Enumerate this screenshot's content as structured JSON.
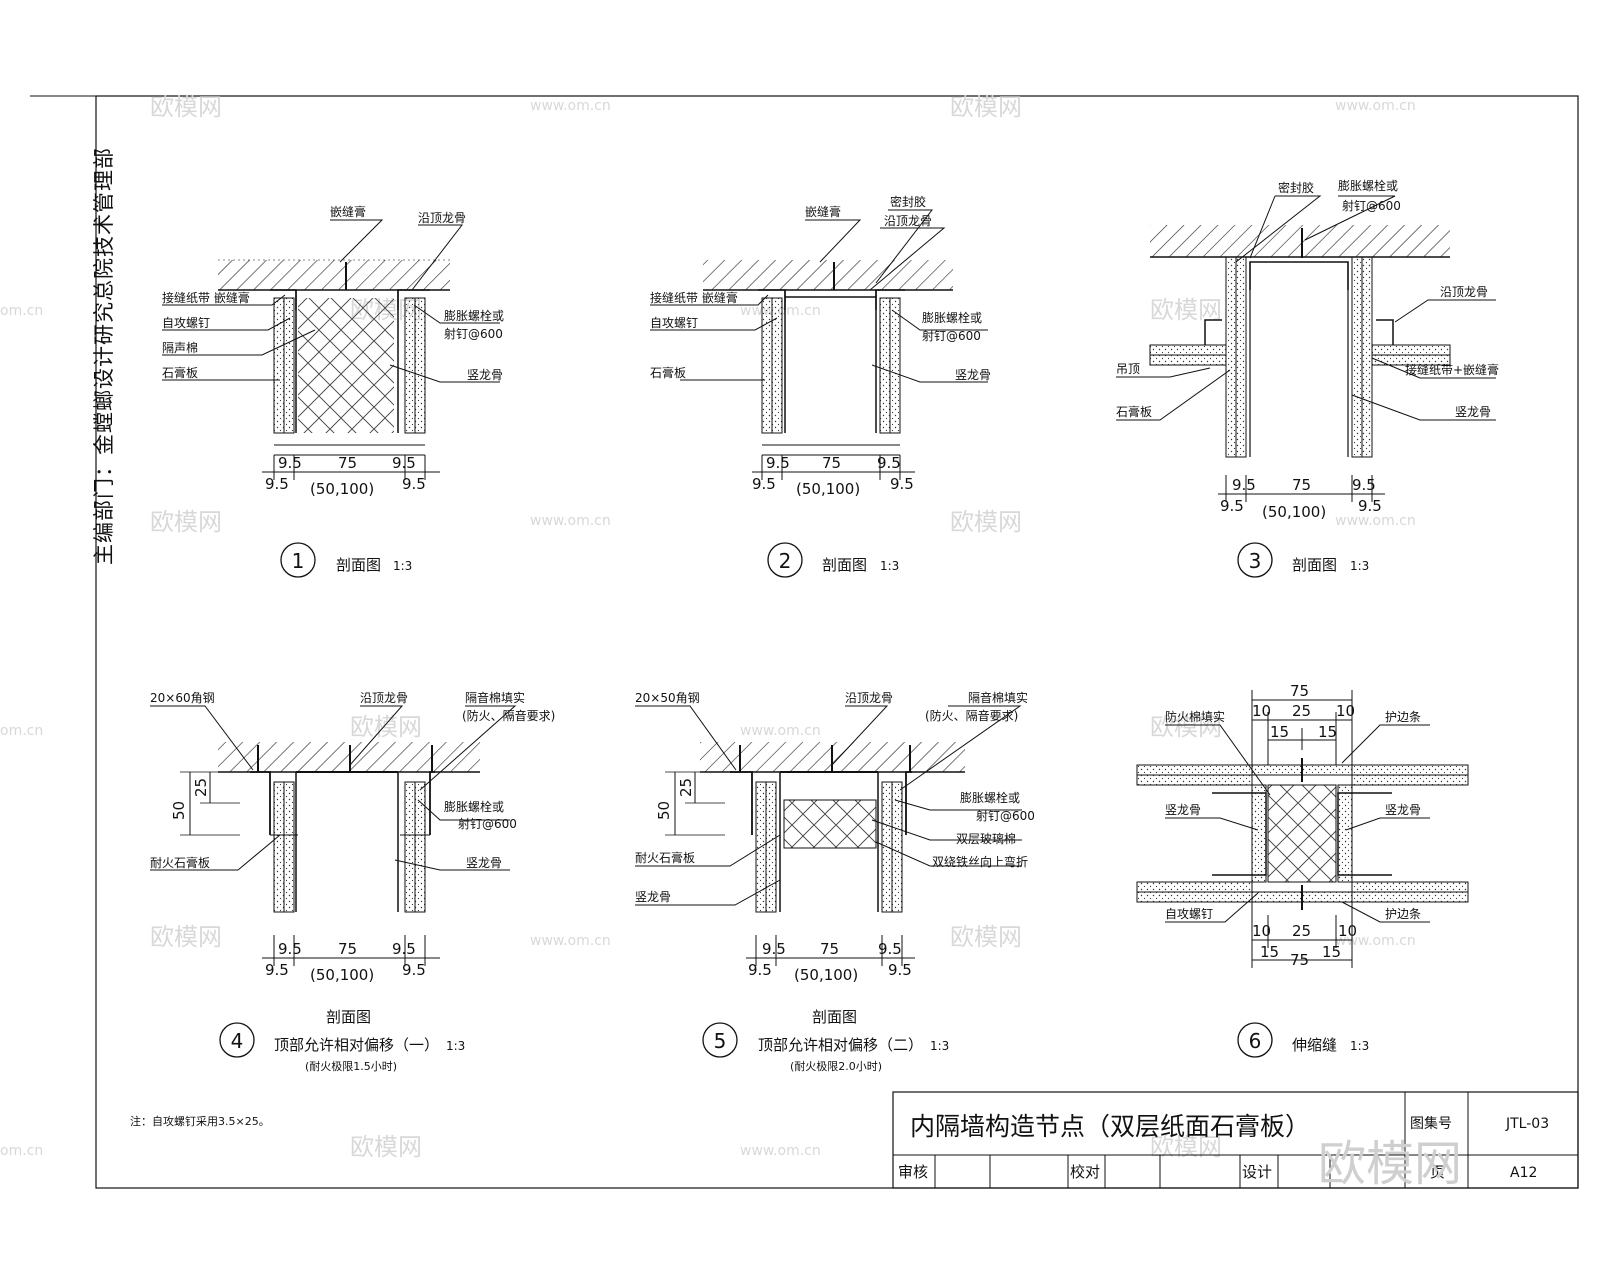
{
  "side_note": "主编部门：金螳螂设计研究总院技术管理部",
  "watermarks": {
    "logo": "欧模网",
    "url": "www.om.cn",
    "url_short": "om.cn",
    "big_logo": "欧模网"
  },
  "details": [
    {
      "number": "1",
      "title": "剖面图",
      "scale": "1:3",
      "labels": [
        "嵌缝膏",
        "沿顶龙骨",
        "接缝纸带 嵌缝膏",
        "自攻螺钉",
        "隔声棉",
        "石膏板",
        "膨胀螺栓或",
        "射钉@600",
        "竖龙骨"
      ],
      "dims": {
        "top": [
          "9.5",
          "75",
          "9.5"
        ],
        "bottom": [
          "9.5",
          "9.5"
        ],
        "mid": "(50,100)"
      }
    },
    {
      "number": "2",
      "title": "剖面图",
      "scale": "1:3",
      "labels": [
        "嵌缝膏",
        "密封胶",
        "沿顶龙骨",
        "接缝纸带 嵌缝膏",
        "自攻螺钉",
        "膨胀螺栓或",
        "射钉@600",
        "石膏板",
        "竖龙骨"
      ],
      "dims": {
        "top": [
          "9.5",
          "75",
          "9.5"
        ],
        "bottom": [
          "9.5",
          "9.5"
        ],
        "mid": "(50,100)"
      }
    },
    {
      "number": "3",
      "title": "剖面图",
      "scale": "1:3",
      "labels": [
        "密封胶",
        "膨胀螺栓或",
        "射钉@600",
        "沿顶龙骨",
        "吊顶",
        "石膏板",
        "接缝纸带+嵌缝膏",
        "竖龙骨"
      ],
      "dims": {
        "top": [
          "9.5",
          "75",
          "9.5"
        ],
        "bottom": [
          "9.5",
          "9.5"
        ],
        "mid": "(50,100)"
      }
    },
    {
      "number": "4",
      "title": "剖面图",
      "subtitle": "顶部允许相对偏移（一）",
      "scale": "1:3",
      "note": "(耐火极限1.5小时)",
      "labels": [
        "20×60角钢",
        "沿顶龙骨",
        "隔音棉填实",
        "(防火、隔音要求)",
        "膨胀螺栓或",
        "射钉@600",
        "耐火石膏板",
        "竖龙骨"
      ],
      "dims": {
        "top": [
          "9.5",
          "75",
          "9.5"
        ],
        "bottom": [
          "9.5",
          "9.5"
        ],
        "mid": "(50,100)",
        "vert": [
          "50",
          "25"
        ]
      }
    },
    {
      "number": "5",
      "title": "剖面图",
      "subtitle": "顶部允许相对偏移（二）",
      "scale": "1:3",
      "note": "(耐火极限2.0小时)",
      "labels": [
        "20×50角钢",
        "沿顶龙骨",
        "隔音棉填实",
        "(防火、隔音要求)",
        "膨胀螺栓或",
        "射钉@600",
        "双层玻璃棉",
        "双绕铁丝向上弯折",
        "耐火石膏板",
        "竖龙骨"
      ],
      "dims": {
        "top": [
          "9.5",
          "75",
          "9.5"
        ],
        "bottom": [
          "9.5",
          "9.5"
        ],
        "mid": "(50,100)",
        "vert": [
          "50",
          "25"
        ]
      }
    },
    {
      "number": "6",
      "title": "伸缩缝",
      "scale": "1:3",
      "labels": [
        "防火棉填实",
        "护边条",
        "竖龙骨",
        "竖龙骨",
        "自攻螺钉",
        "护边条"
      ],
      "dims": {
        "top": [
          "75",
          "10",
          "25",
          "10",
          "15",
          "15"
        ],
        "bottom": [
          "10",
          "25",
          "10",
          "15",
          "75",
          "15"
        ]
      }
    }
  ],
  "note": "注：自攻螺钉采用3.5×25。",
  "title_block": {
    "title": "内隔墙构造节点（双层纸面石膏板）",
    "atlas_label": "图集号",
    "atlas_no": "JTL-03",
    "review_label": "审核",
    "check_label": "校对",
    "design_label": "设计",
    "page_label": "页",
    "page_no": "A12"
  }
}
